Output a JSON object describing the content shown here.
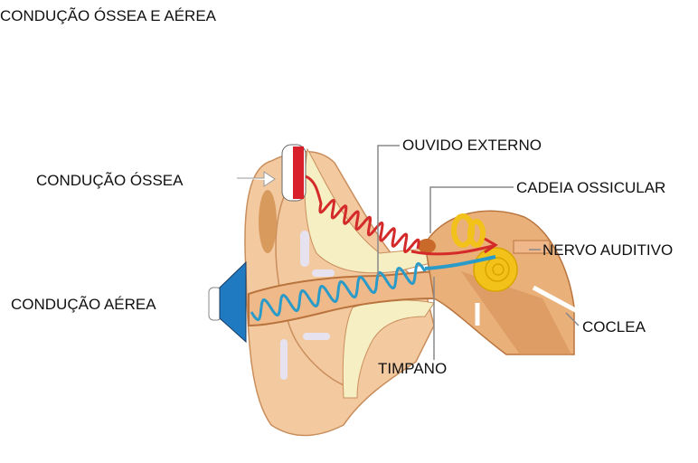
{
  "title": "CONDUÇÃO ÓSSEA E AÉREA",
  "labels": {
    "bone_conduction": "CONDUÇÃO ÓSSEA",
    "air_conduction": "CONDUÇÃO AÉREA",
    "outer_ear": "OUVIDO EXTERNO",
    "ossicular_chain": "CADEIA OSSICULAR",
    "auditory_nerve": "NERVO AUDITIVO",
    "cochlea": "COCLEA",
    "eardrum": "TIMPANO"
  },
  "colors": {
    "bone_wave": "#d42a2a",
    "air_wave": "#2a9bc8",
    "speaker": "#1f6fb5",
    "skin": "#f3c9a0",
    "bone": "#f6efc4",
    "cochlea": "#f2c21a"
  }
}
